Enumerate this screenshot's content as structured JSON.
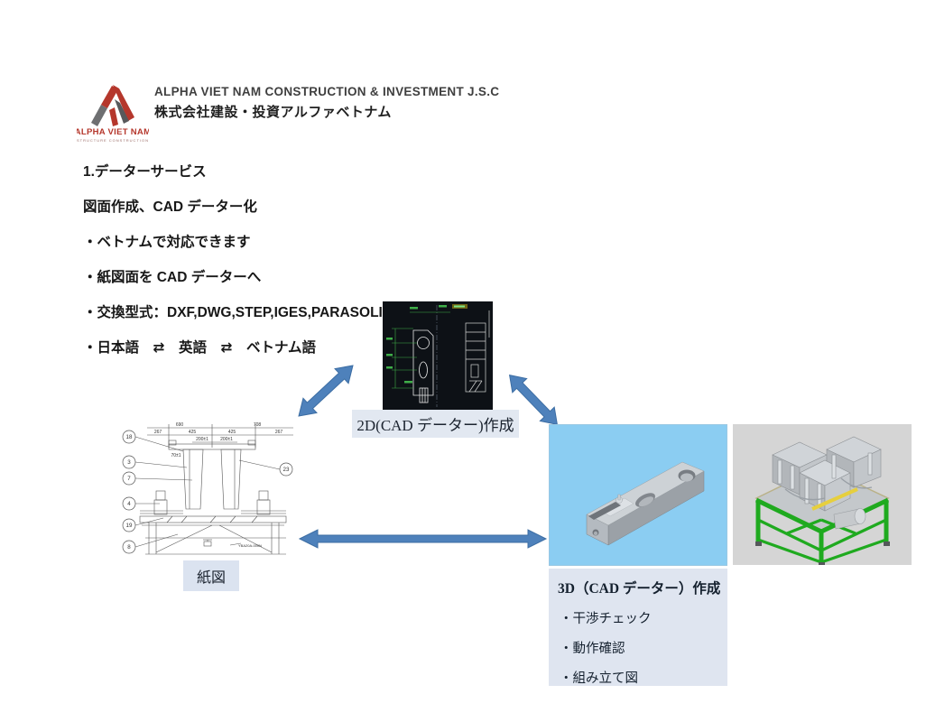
{
  "header": {
    "company_en": "ALPHA VIET NAM CONSTRUCTION & INVESTMENT J.S.C",
    "company_jp": "株式会社建設・投資アルファベトナム",
    "logo": {
      "brand": "ALPHA VIET NAM",
      "tagline": "STRUCTURE CONSTRUCTION",
      "red": "#b5372c",
      "gray": "#6e6f71"
    }
  },
  "body": {
    "title": "1.データーサービス",
    "subtitle": "図面作成、CAD データー化",
    "bullets": [
      "・ベトナムで対応できます",
      "・紙図面を CAD データーへ",
      "・交換型式：DXF,DWG,STEP,IGES,PARASOLID",
      "・日本語　⇄　英語　⇄　ベトナム語"
    ]
  },
  "diagram": {
    "paper_label": "紙図",
    "cad2d_label": "2D(CAD データー)作成",
    "cad3d": {
      "title": "3D（CAD データー）作成",
      "bullets": [
        "・干渉チェック",
        "・動作確認",
        "・組み立て図"
      ]
    },
    "paper_drawing": {
      "dims_row1": [
        "690",
        "708"
      ],
      "dims_row2": [
        "267",
        "425",
        "425",
        "267"
      ],
      "dims_row3": [
        "200±1",
        "200±1"
      ],
      "dim_small": "70±1",
      "balloons": [
        "18",
        "3",
        "7",
        "4",
        "19",
        "8",
        "23"
      ],
      "part_no": "YBA20A-000N"
    },
    "colors": {
      "arrow_blue": "#4e81bb",
      "label_bg": "#e2e8f1",
      "paper_label_bg": "#dbe3f0",
      "panel3d_bg": "#dfe5f0",
      "model3d_bg": "#8bcdf2",
      "assembly_bg": "#d5d5d5",
      "cad_screen_bg": "#0d1116",
      "cad_dim_green": "#3fae49",
      "frame_green": "#1faa1f"
    }
  }
}
